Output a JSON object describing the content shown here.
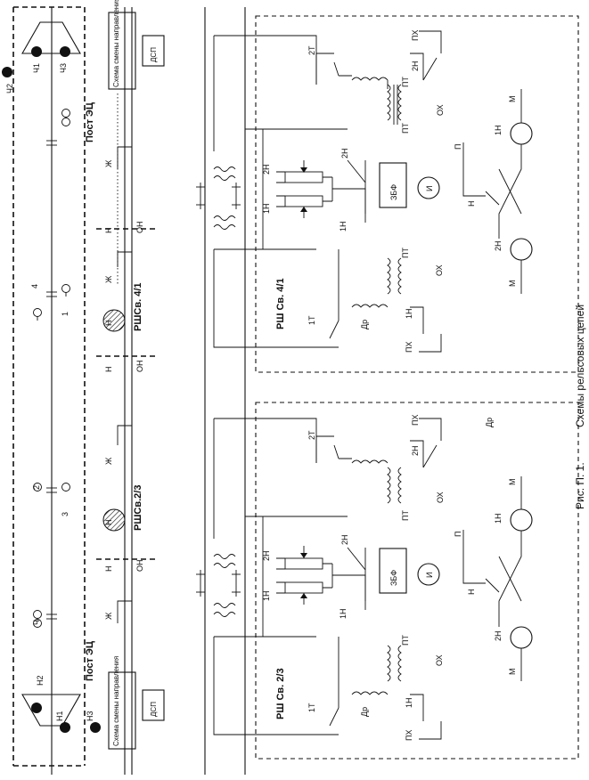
{
  "caption": {
    "figure": "Рис. П. 1.",
    "title": "Схемы рельсовых цепей"
  },
  "posts": {
    "top": "Пост ЭЦ",
    "bottom": "Пост ЭЦ"
  },
  "signals": {
    "ch2": "Ч2",
    "ch1": "Ч1",
    "ch3": "Ч3",
    "ch": "Ч",
    "n1": "Н1",
    "n2": "Н2",
    "n3": "Н3",
    "sig4": "4",
    "sig1": "1",
    "sig2": "2",
    "sig3": "3"
  },
  "direction_box_label": "Схема смены направления",
  "dsp_label": "ДСП",
  "track_labels": {
    "zh": "Ж",
    "n": "Н",
    "on": "ОН"
  },
  "cabinets": {
    "upper": "РШСв. 4/1",
    "lower": "РШСв.2/3",
    "circuit_upper": "РШ Св. 4/1",
    "circuit_lower": "РШ Св. 2/3"
  },
  "circuit_labels": {
    "t2": "2Т",
    "t1": "1Т",
    "n2": "2Н",
    "n1": "1Н",
    "pt": "ПТ",
    "ox": "ОХ",
    "px": "ПХ",
    "dr": "Др",
    "zbf": "ЗБФ",
    "i": "И",
    "m": "М",
    "p": "П",
    "n": "Н",
    "h": "Н"
  }
}
